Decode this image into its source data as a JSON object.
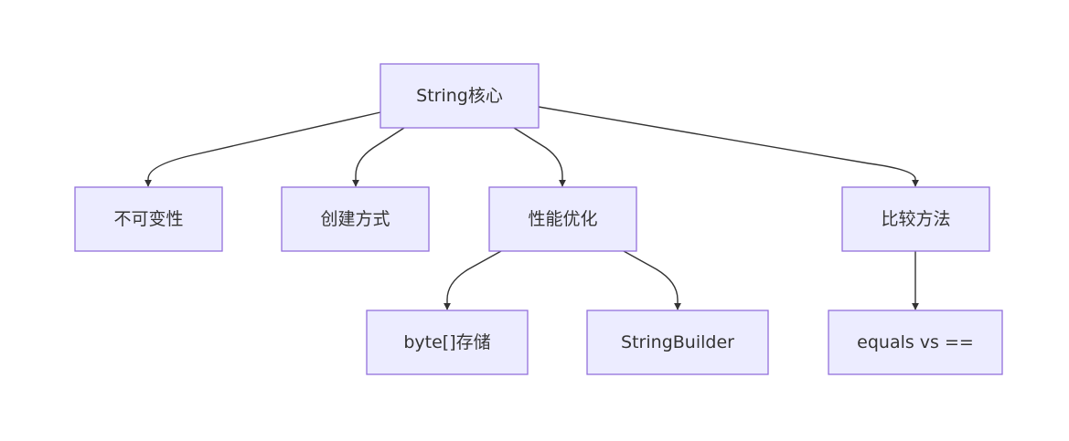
{
  "diagram": {
    "type": "flowchart-tree",
    "colors": {
      "node_fill": "#ECECFF",
      "node_border": "#9370DB",
      "edge": "#333333",
      "text": "#333333",
      "background": "#FFFFFF"
    },
    "nodes": [
      {
        "id": "root",
        "label": "String核心"
      },
      {
        "id": "immutability",
        "label": "不可变性"
      },
      {
        "id": "creation",
        "label": "创建方式"
      },
      {
        "id": "performance",
        "label": "性能优化"
      },
      {
        "id": "comparison",
        "label": "比较方法"
      },
      {
        "id": "byte-storage",
        "label": "byte[]存储"
      },
      {
        "id": "stringbuilder",
        "label": "StringBuilder"
      },
      {
        "id": "equals-vs",
        "label": "equals vs =="
      }
    ],
    "edges": [
      {
        "from": "root",
        "to": "immutability"
      },
      {
        "from": "root",
        "to": "creation"
      },
      {
        "from": "root",
        "to": "performance"
      },
      {
        "from": "root",
        "to": "comparison"
      },
      {
        "from": "performance",
        "to": "byte-storage"
      },
      {
        "from": "performance",
        "to": "stringbuilder"
      },
      {
        "from": "comparison",
        "to": "equals-vs"
      }
    ]
  }
}
